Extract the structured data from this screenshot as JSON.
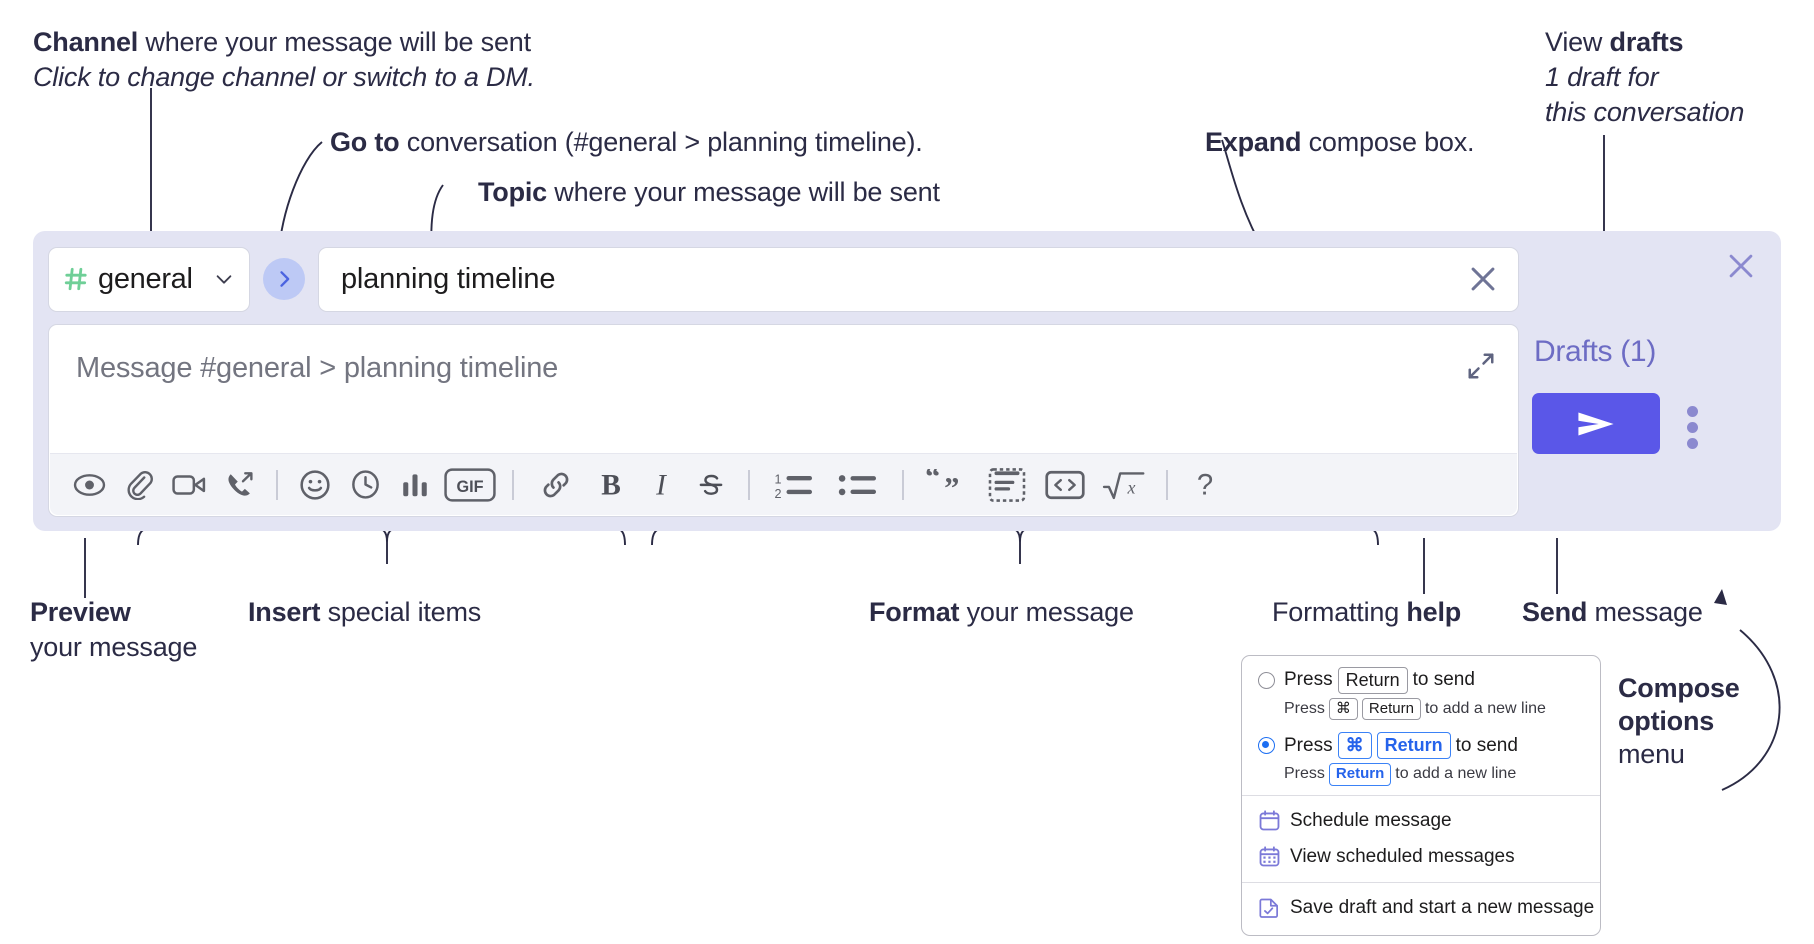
{
  "annotations": {
    "channel": {
      "bold": "Channel",
      "rest": " where your message will be sent",
      "sub": "Click to change channel or switch to a DM."
    },
    "goto": {
      "bold": "Go to",
      "rest": " conversation (#general > planning timeline)."
    },
    "topic": {
      "bold": "Topic",
      "rest": " where your message will be sent"
    },
    "expand": {
      "bold": "Expand",
      "rest": " compose box."
    },
    "drafts": {
      "line1_pre": "View ",
      "line1_bold": "drafts",
      "line2": "1 draft for",
      "line3": "this conversation"
    },
    "preview": {
      "bold": "Preview",
      "line2": "your message"
    },
    "insert": {
      "bold": "Insert",
      "rest": " special items"
    },
    "format": {
      "bold": "Format",
      "rest": " your message"
    },
    "help": {
      "pre": "Formatting ",
      "bold": "help"
    },
    "send": {
      "bold": "Send",
      "rest": " message"
    },
    "compose_options": {
      "line1": "Compose",
      "line2": "options",
      "line3": "menu"
    }
  },
  "compose": {
    "channel_name": "general",
    "topic_value": "planning timeline",
    "message_placeholder": "Message #general > planning timeline",
    "drafts_label": "Drafts (1)",
    "icons": {
      "hash": "hash-icon",
      "chevron_down": "chevron-down-icon",
      "goto_arrow": "chevron-right-icon",
      "topic_clear": "close-icon",
      "expand": "expand-icon",
      "rail_close": "close-icon",
      "send": "send-paper-plane-icon",
      "kebab": "kebab-menu-icon"
    },
    "toolbar": [
      {
        "name": "preview-icon",
        "label": "Preview"
      },
      {
        "name": "attachment-icon",
        "label": "Attach file"
      },
      {
        "name": "video-camera-icon",
        "label": "Video clip"
      },
      {
        "name": "phone-forward-icon",
        "label": "Audio clip"
      },
      {
        "name": "separator",
        "label": ""
      },
      {
        "name": "emoji-icon",
        "label": "Emoji"
      },
      {
        "name": "clock-icon",
        "label": "Reminder"
      },
      {
        "name": "poll-bars-icon",
        "label": "Poll"
      },
      {
        "name": "gif-icon",
        "label": "GIF"
      },
      {
        "name": "separator",
        "label": ""
      },
      {
        "name": "link-icon",
        "label": "Link"
      },
      {
        "name": "bold-icon",
        "label": "Bold"
      },
      {
        "name": "italic-icon",
        "label": "Italic"
      },
      {
        "name": "strikethrough-icon",
        "label": "Strikethrough"
      },
      {
        "name": "separator",
        "label": ""
      },
      {
        "name": "ordered-list-icon",
        "label": "Ordered list"
      },
      {
        "name": "bulleted-list-icon",
        "label": "Bulleted list"
      },
      {
        "name": "separator",
        "label": ""
      },
      {
        "name": "blockquote-icon",
        "label": "Blockquote"
      },
      {
        "name": "code-block-icon",
        "label": "Code block"
      },
      {
        "name": "code-inline-icon",
        "label": "Inline code"
      },
      {
        "name": "latex-icon",
        "label": "Math"
      },
      {
        "name": "separator",
        "label": ""
      },
      {
        "name": "help-question-icon",
        "label": "Formatting help"
      }
    ],
    "gif_label": "GIF",
    "bold_label": "B",
    "italic_label": "I",
    "help_label": "?",
    "list_num_1": "1",
    "list_num_2": "2"
  },
  "options_menu": {
    "option1": {
      "selected": false,
      "pre": "Press",
      "key": "Return",
      "post": "to send",
      "sub_pre": "Press",
      "sub_key1": "⌘",
      "sub_key2": "Return",
      "sub_post": "to add a new line"
    },
    "option2": {
      "selected": true,
      "pre": "Press",
      "key1": "⌘",
      "key2": "Return",
      "post": "to send",
      "sub_pre": "Press",
      "sub_key": "Return",
      "sub_post": "to add a new line"
    },
    "items": [
      {
        "icon": "calendar-schedule-icon",
        "label": "Schedule message"
      },
      {
        "icon": "calendar-grid-icon",
        "label": "View scheduled messages"
      },
      {
        "icon": "save-draft-icon",
        "label": "Save draft and start a new message"
      }
    ]
  },
  "colors": {
    "panel_bg": "#e3e4f3",
    "accent_purple": "#5a57e8",
    "hash_green": "#6fcf97",
    "goto_bg": "#bdc9f5",
    "drafts_text": "#6d6cc4",
    "key_blue": "#2563eb",
    "text_dark": "#2b2b45"
  }
}
